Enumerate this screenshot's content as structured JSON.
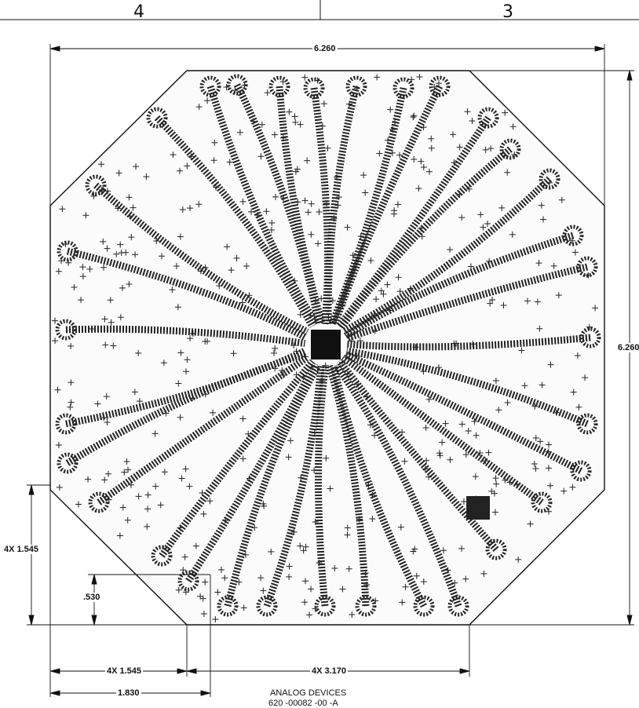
{
  "zones": {
    "left": "4",
    "right": "3"
  },
  "dimensions": {
    "overall_width": "6.260",
    "overall_height": "6.260",
    "chamfer_vertical": "4X 1.545",
    "chamfer_horizontal": "4X 1.545",
    "flat_edge": "4X 3.170",
    "hole_offset_x": "1.830",
    "hole_offset_y": ".530"
  },
  "title_block": {
    "company": "ANALOG DEVICES",
    "drawing_number": "620 -00082 -00 -A"
  },
  "colors": {
    "ink": "#111111",
    "paper": "#ffffff"
  }
}
